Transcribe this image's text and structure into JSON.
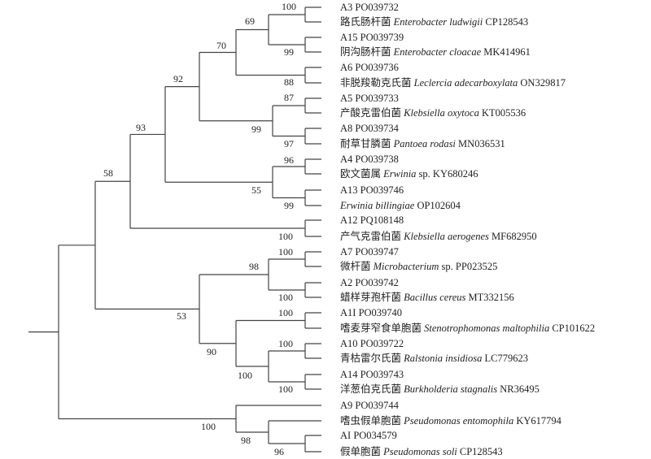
{
  "leaves": [
    {
      "id": "A3",
      "prefix": "A3 PO039732",
      "italic": "",
      "suffix": ""
    },
    {
      "id": "L1",
      "prefix": "路氏肠杆菌 ",
      "italic": "Enterobacter ludwigii",
      "suffix": " CP128543"
    },
    {
      "id": "A15",
      "prefix": "A15 PO039739",
      "italic": "",
      "suffix": ""
    },
    {
      "id": "L2",
      "prefix": "阴沟肠杆菌 ",
      "italic": "Enterobacter cloacae",
      "suffix": " MK414961"
    },
    {
      "id": "A6",
      "prefix": "A6 PO039736",
      "italic": "",
      "suffix": ""
    },
    {
      "id": "L3",
      "prefix": "非脱羧勒克氏菌 ",
      "italic": "Leclercia adecarboxylata",
      "suffix": " ON329817"
    },
    {
      "id": "A5",
      "prefix": "A5 PO039733",
      "italic": "",
      "suffix": ""
    },
    {
      "id": "L4",
      "prefix": "产酸克雷伯菌 ",
      "italic": "Klebsiella oxytoca",
      "suffix": " KT005536"
    },
    {
      "id": "A8",
      "prefix": "A8 PO039734",
      "italic": "",
      "suffix": ""
    },
    {
      "id": "L5",
      "prefix": "耐草甘膦菌 ",
      "italic": "Pantoea rodasi",
      "suffix": " MN036531"
    },
    {
      "id": "A4",
      "prefix": "A4 PO039738",
      "italic": "",
      "suffix": ""
    },
    {
      "id": "L6",
      "prefix": "欧文菌属 ",
      "italic": "Erwinia",
      "suffix": "  sp. KY680246"
    },
    {
      "id": "A13",
      "prefix": "A13 PO039746",
      "italic": "",
      "suffix": ""
    },
    {
      "id": "L7",
      "prefix": "",
      "italic": "Erwinia billingiae",
      "suffix": " OP102604"
    },
    {
      "id": "A12",
      "prefix": "A12 PQ108148",
      "italic": "",
      "suffix": ""
    },
    {
      "id": "L8",
      "prefix": "产气克雷伯菌 ",
      "italic": "Klebsiella aerogenes",
      "suffix": " MF682950"
    },
    {
      "id": "A7",
      "prefix": "A7 PO039747",
      "italic": "",
      "suffix": ""
    },
    {
      "id": "L9",
      "prefix": "微杆菌 ",
      "italic": "Microbacterium",
      "suffix": " sp. PP023525"
    },
    {
      "id": "A2",
      "prefix": "A2 PO039742",
      "italic": "",
      "suffix": ""
    },
    {
      "id": "L10",
      "prefix": "蜡样芽孢杆菌 ",
      "italic": "Bacillus cereus",
      "suffix": " MT332156"
    },
    {
      "id": "A11",
      "prefix": "A1I PO039740",
      "italic": "",
      "suffix": ""
    },
    {
      "id": "L11",
      "prefix": "嗜麦芽窄食单胞菌 ",
      "italic": "Stenotrophomonas maltophilia",
      "suffix": " CP101622"
    },
    {
      "id": "A10",
      "prefix": "A10 PO039722",
      "italic": "",
      "suffix": ""
    },
    {
      "id": "L12",
      "prefix": "青枯雷尔氏菌 ",
      "italic": "Ralstonia insidiosa",
      "suffix": " LC779623"
    },
    {
      "id": "A14",
      "prefix": "A14 PO039743",
      "italic": "",
      "suffix": ""
    },
    {
      "id": "L13",
      "prefix": "洋葱伯克氏菌 ",
      "italic": "Burkholderia stagnalis",
      "suffix": " NR36495"
    },
    {
      "id": "A9",
      "prefix": "A9 PO039744",
      "italic": "",
      "suffix": ""
    },
    {
      "id": "L14",
      "prefix": "嗜虫假单胞菌 ",
      "italic": "Pseudomonas entomophila",
      "suffix": " KY617794"
    },
    {
      "id": "A1",
      "prefix": "AI PO034579",
      "italic": "",
      "suffix": ""
    },
    {
      "id": "L15",
      "prefix": "假单胞菌 ",
      "italic": "Pseudomonas soli",
      "suffix": " CP128543"
    }
  ],
  "bootstrap": [
    {
      "id": "n1",
      "value": "100"
    },
    {
      "id": "n2",
      "value": "99"
    },
    {
      "id": "n3",
      "value": "69"
    },
    {
      "id": "n4",
      "value": "88"
    },
    {
      "id": "n5",
      "value": "70"
    },
    {
      "id": "n6",
      "value": "87"
    },
    {
      "id": "n7",
      "value": "97"
    },
    {
      "id": "n8",
      "value": "99"
    },
    {
      "id": "n9",
      "value": "92"
    },
    {
      "id": "n10",
      "value": "96"
    },
    {
      "id": "n11",
      "value": "99"
    },
    {
      "id": "n12",
      "value": "55"
    },
    {
      "id": "n13",
      "value": "93"
    },
    {
      "id": "n14",
      "value": "100"
    },
    {
      "id": "n15",
      "value": "58"
    },
    {
      "id": "n16",
      "value": "100"
    },
    {
      "id": "n17",
      "value": "100"
    },
    {
      "id": "n18",
      "value": "98"
    },
    {
      "id": "n19",
      "value": "100"
    },
    {
      "id": "n20",
      "value": "100"
    },
    {
      "id": "n21",
      "value": "100"
    },
    {
      "id": "n22",
      "value": "100"
    },
    {
      "id": "n23",
      "value": "90"
    },
    {
      "id": "n24",
      "value": "53"
    },
    {
      "id": "n25",
      "value": "96"
    },
    {
      "id": "n26",
      "value": "98"
    },
    {
      "id": "n27",
      "value": "100"
    }
  ]
}
